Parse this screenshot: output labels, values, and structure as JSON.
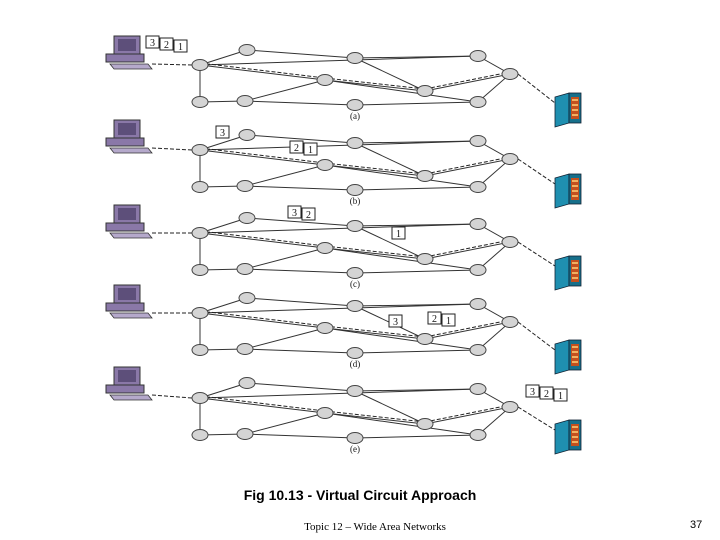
{
  "panels": [
    {
      "label": "(a)",
      "packets": [
        "3",
        "2",
        "1"
      ]
    },
    {
      "label": "(b)",
      "packets": [
        "3",
        "2",
        "1"
      ]
    },
    {
      "label": "(c)",
      "packets": [
        "3",
        "2",
        "1"
      ]
    },
    {
      "label": "(d)",
      "packets": [
        "3",
        "2",
        "1"
      ]
    },
    {
      "label": "(e)",
      "packets": [
        "3",
        "2",
        "1"
      ]
    }
  ],
  "caption": "Fig 10.13 - Virtual Circuit Approach",
  "footer": {
    "topic": "Topic 12 – Wide Area Networks",
    "page_number": "37"
  },
  "colors": {
    "node_fill": "#d4d4d4",
    "line": "#333333",
    "computer": "#8a78a8",
    "server": "#1f8fb0",
    "server_panel": "#c2501e"
  },
  "icons": {
    "source": "computer-icon",
    "destination": "server-icon"
  }
}
